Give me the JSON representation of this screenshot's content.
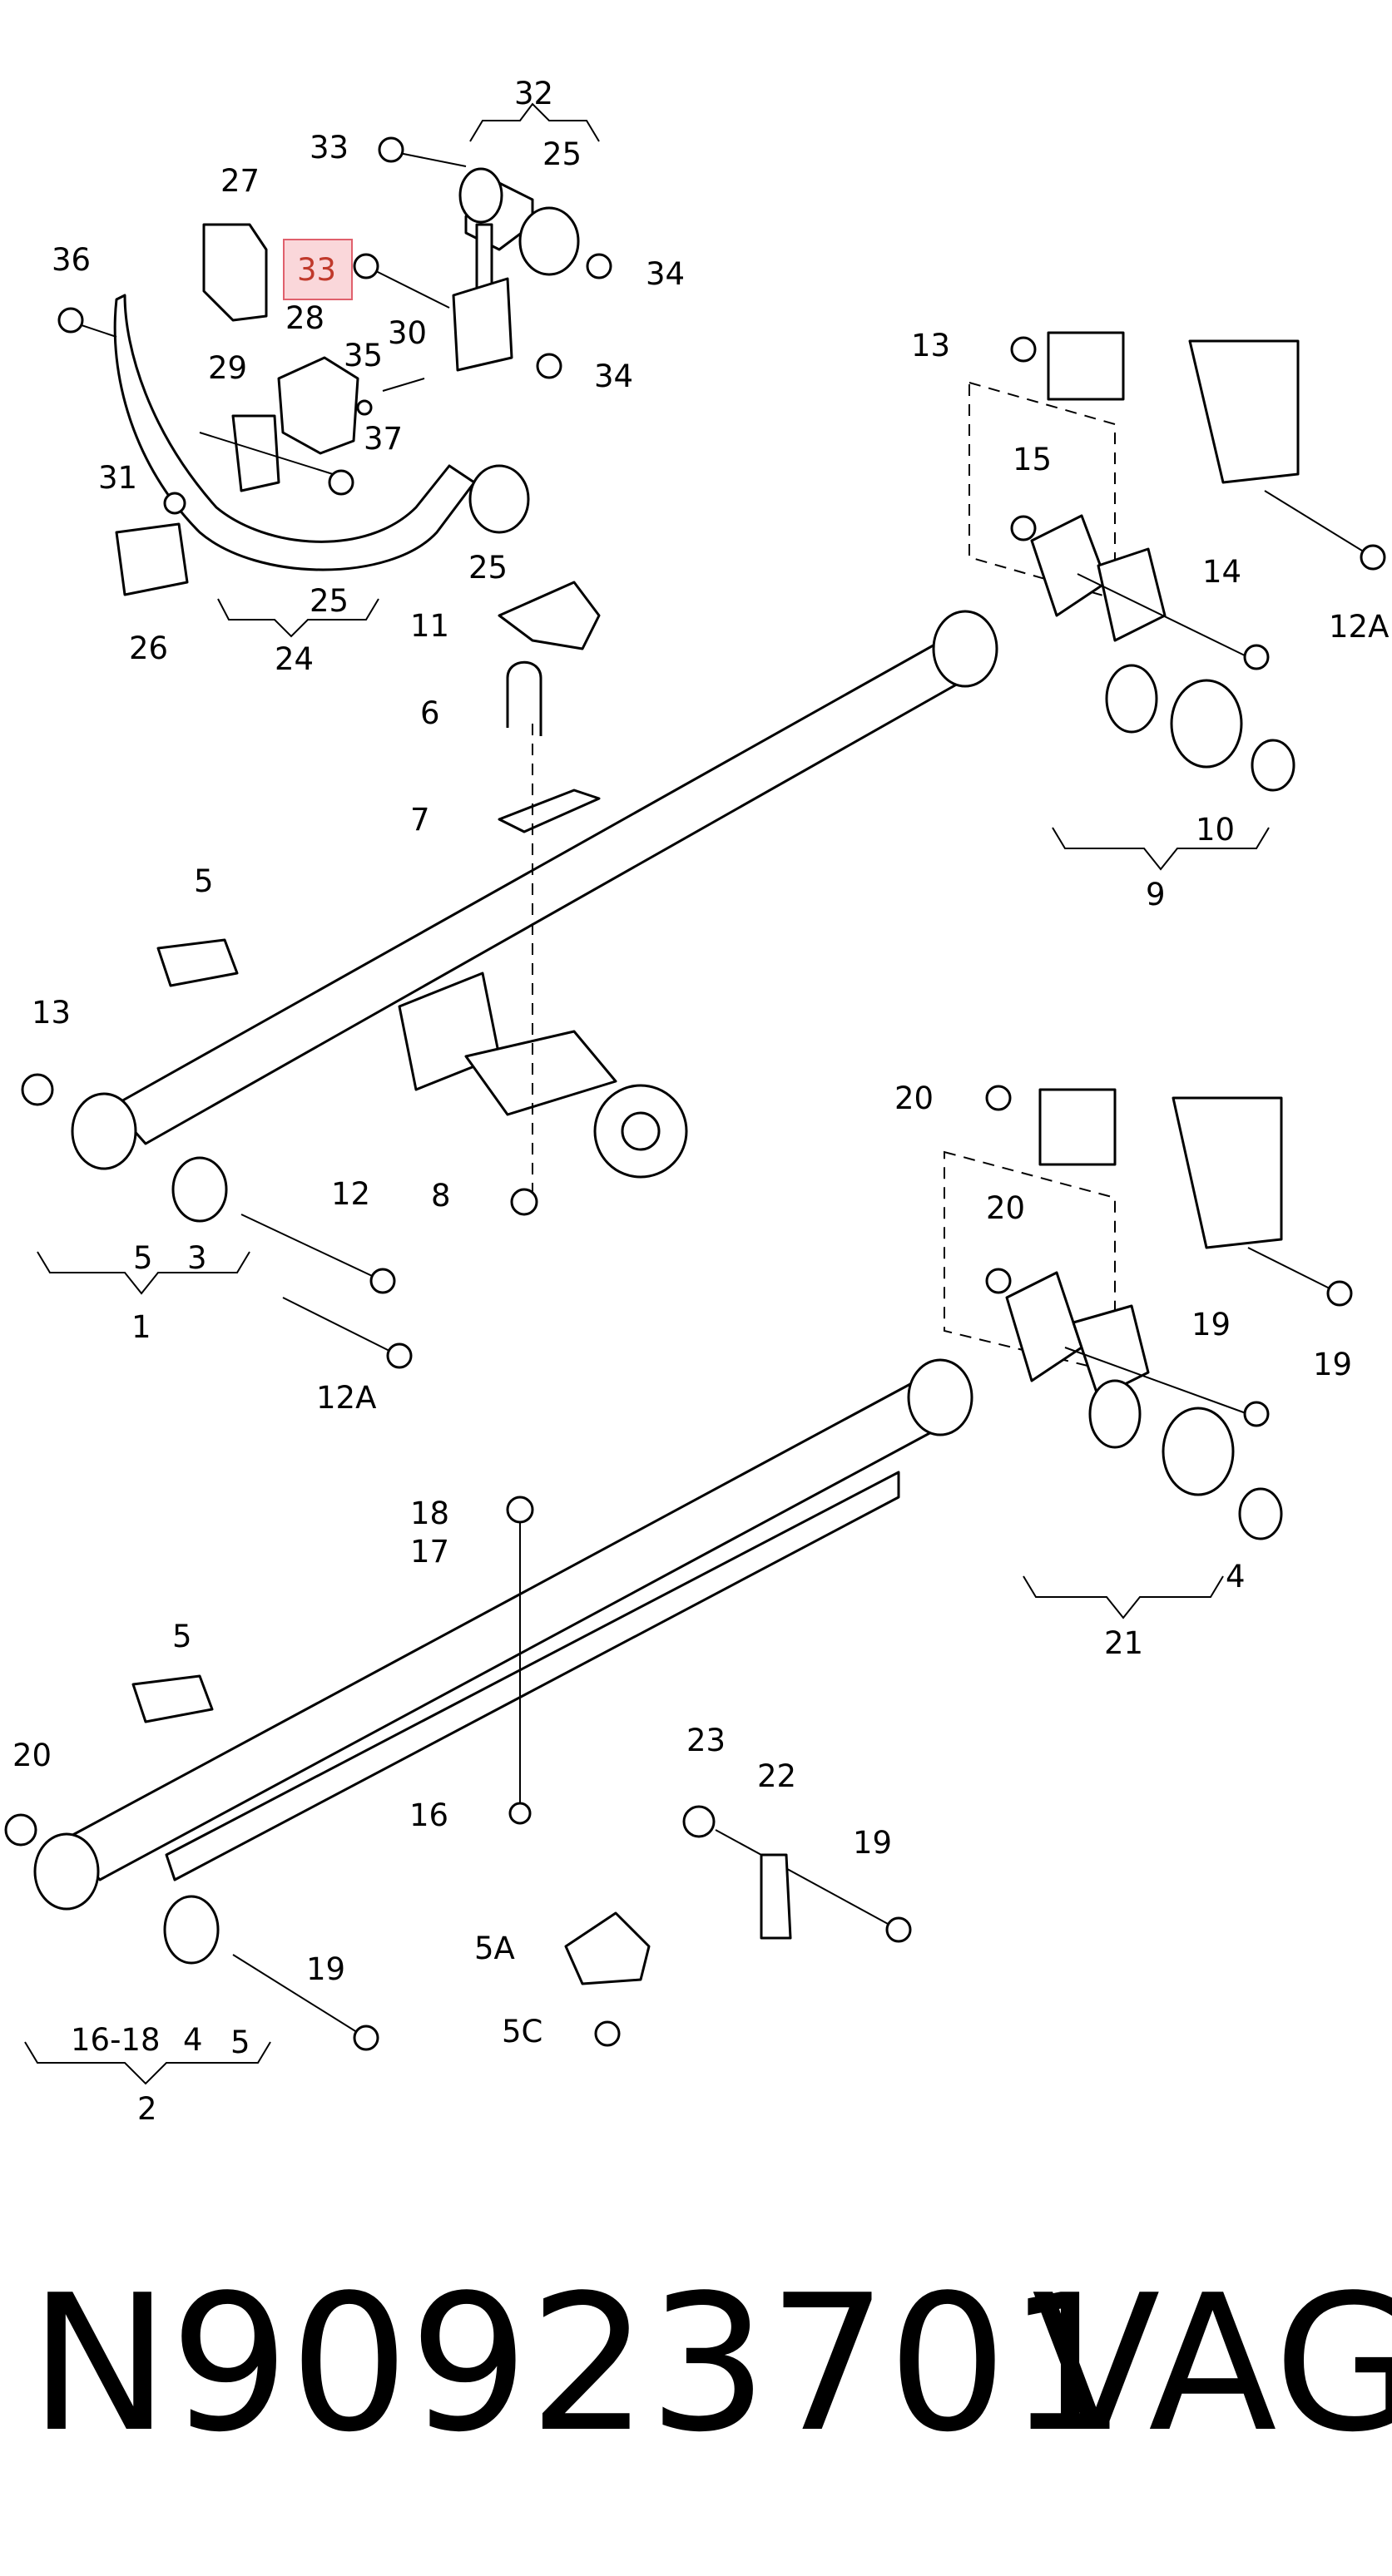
{
  "highlight_color": "#f4a6ad",
  "part_number": "N90923701",
  "brand": "VAG",
  "highlighted_callout": "33",
  "callouts": {
    "c32": "32",
    "c33a": "33",
    "c25a": "25",
    "c34a": "34",
    "c27": "27",
    "c36": "36",
    "c33b": "33",
    "c28": "28",
    "c35": "35",
    "c30": "30",
    "c34b": "34",
    "c29": "29",
    "c37": "37",
    "c31": "31",
    "c25b": "25",
    "c26": "26",
    "c25c": "25",
    "c24": "24",
    "c11": "11",
    "c13a": "13",
    "c15": "15",
    "c14": "14",
    "c12Aa": "12A",
    "c6": "6",
    "c7": "7",
    "c10": "10",
    "c9": "9",
    "c5a": "5",
    "c13b": "13",
    "c12": "12",
    "c8": "8",
    "c5b": "5",
    "c3": "3",
    "c1": "1",
    "c12Ab": "12A",
    "c20a": "20",
    "c20b": "20",
    "c19a": "19",
    "c19b": "19",
    "c18": "18",
    "c17": "17",
    "c4a": "4",
    "c21": "21",
    "c5c": "5",
    "c20c": "20",
    "c23": "23",
    "c22": "22",
    "c16": "16",
    "c19c": "19",
    "c5A": "5A",
    "c5C": "5C",
    "c19d": "19",
    "c1618": "16-18",
    "c4b": "4",
    "c5d": "5",
    "c2": "2"
  }
}
